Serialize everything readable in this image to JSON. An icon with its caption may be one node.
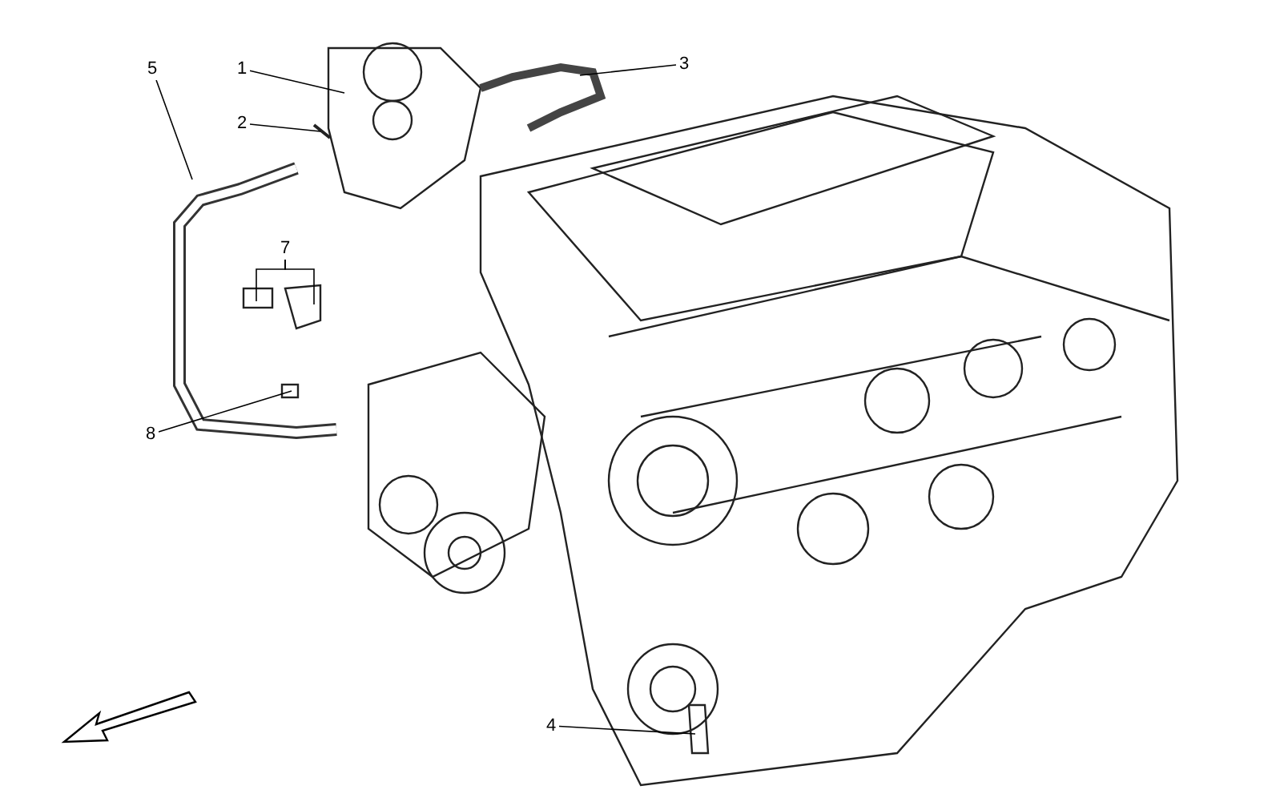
{
  "diagram": {
    "nodes": [
      {
        "text": [
          "5"
        ]
      },
      {
        "text": [
          "1"
        ]
      },
      {
        "text": [
          "3"
        ]
      },
      {
        "text": [
          "2"
        ]
      },
      {
        "text": [
          "7"
        ]
      },
      {
        "text": [
          "8"
        ]
      },
      {
        "text": [
          "4"
        ]
      }
    ],
    "edges": [
      {
        "from": 0,
        "to": null,
        "arrow": "none"
      },
      {
        "from": 1,
        "to": null,
        "arrow": "none"
      },
      {
        "from": 2,
        "to": null,
        "arrow": "none"
      },
      {
        "from": 3,
        "to": null,
        "arrow": "none"
      },
      {
        "from": 4,
        "to": null,
        "arrow": "none"
      },
      {
        "from": 4,
        "to": null,
        "arrow": "none"
      },
      {
        "from": 5,
        "to": null,
        "arrow": "none"
      },
      {
        "from": 6,
        "to": null,
        "arrow": "none"
      }
    ]
  }
}
